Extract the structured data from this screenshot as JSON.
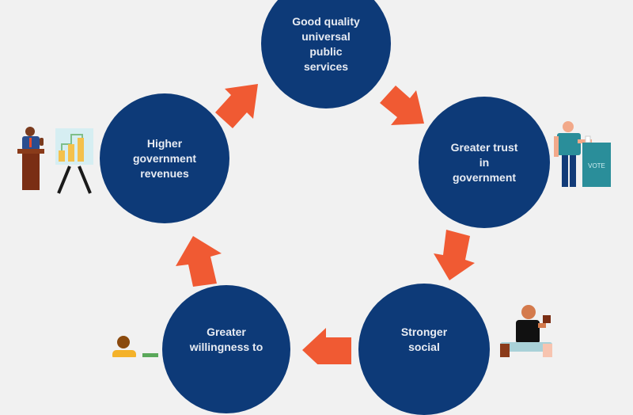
{
  "diagram": {
    "type": "cycle",
    "colors": {
      "background": "#f1f1f1",
      "node_fill": "#0d3a78",
      "node_text": "#e8ecf3",
      "arrow": "#f05a33"
    },
    "nodes": [
      {
        "id": "services",
        "label": "Good quality\nuniversal\npublic\nservices"
      },
      {
        "id": "trust",
        "label": "Greater trust\nin\ngovernment"
      },
      {
        "id": "social",
        "label": "Stronger\nsocial"
      },
      {
        "id": "willingness",
        "label": "Greater\nwillingness to"
      },
      {
        "id": "revenues",
        "label": "Higher\ngovernment\nrevenues"
      }
    ],
    "edges": [
      {
        "from": "services",
        "to": "trust"
      },
      {
        "from": "trust",
        "to": "social"
      },
      {
        "from": "social",
        "to": "willingness"
      },
      {
        "from": "willingness",
        "to": "revenues"
      },
      {
        "from": "revenues",
        "to": "services"
      }
    ],
    "icons": [
      {
        "name": "speaker-at-podium-icon",
        "near": "revenues"
      },
      {
        "name": "bar-chart-easel-icon",
        "near": "revenues"
      },
      {
        "name": "voter-ballot-box-icon",
        "near": "trust",
        "ballot_text": "VOTE"
      },
      {
        "name": "person-at-table-icon",
        "near": "social"
      },
      {
        "name": "person-icon",
        "near": "willingness"
      }
    ]
  }
}
